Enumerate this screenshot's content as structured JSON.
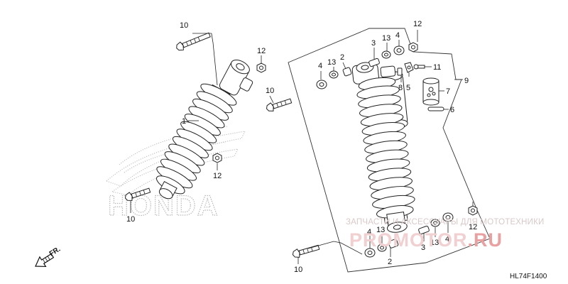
{
  "diagram": {
    "code": "HL74F1400",
    "front_arrow_label": "FR.",
    "background_logo_text": "HONDA",
    "watermark_line1": "ЗАПЧАСТИ И АКСЕССУАРЫ ДЛЯ МОТОТЕХНИКИ",
    "watermark_line2_a": "PRO",
    "watermark_line2_b": "MOTOR",
    "watermark_line2_c": ".RU"
  },
  "callouts": {
    "c10_top": "10",
    "c12_upper_left": "12",
    "c1": "1",
    "c12_lower_left": "12",
    "c10_bottom_left": "10",
    "c10_mid_left": "10",
    "c4_top": "4",
    "c13_top_left": "13",
    "c2_top": "2",
    "c3_top": "3",
    "c13_top_right": "13",
    "c4_top_right": "4",
    "c12_top_right": "12",
    "c11": "11",
    "c8": "8",
    "c5": "5",
    "c9": "9",
    "c7": "7",
    "c6": "6",
    "c4_bottom": "4",
    "c13_bottom_left": "13",
    "c2_bottom": "2",
    "c3_bottom": "3",
    "c13_bottom_right": "13",
    "c4_bottom_right": "4",
    "c12_bottom_right": "12",
    "c10_bottom": "10"
  }
}
